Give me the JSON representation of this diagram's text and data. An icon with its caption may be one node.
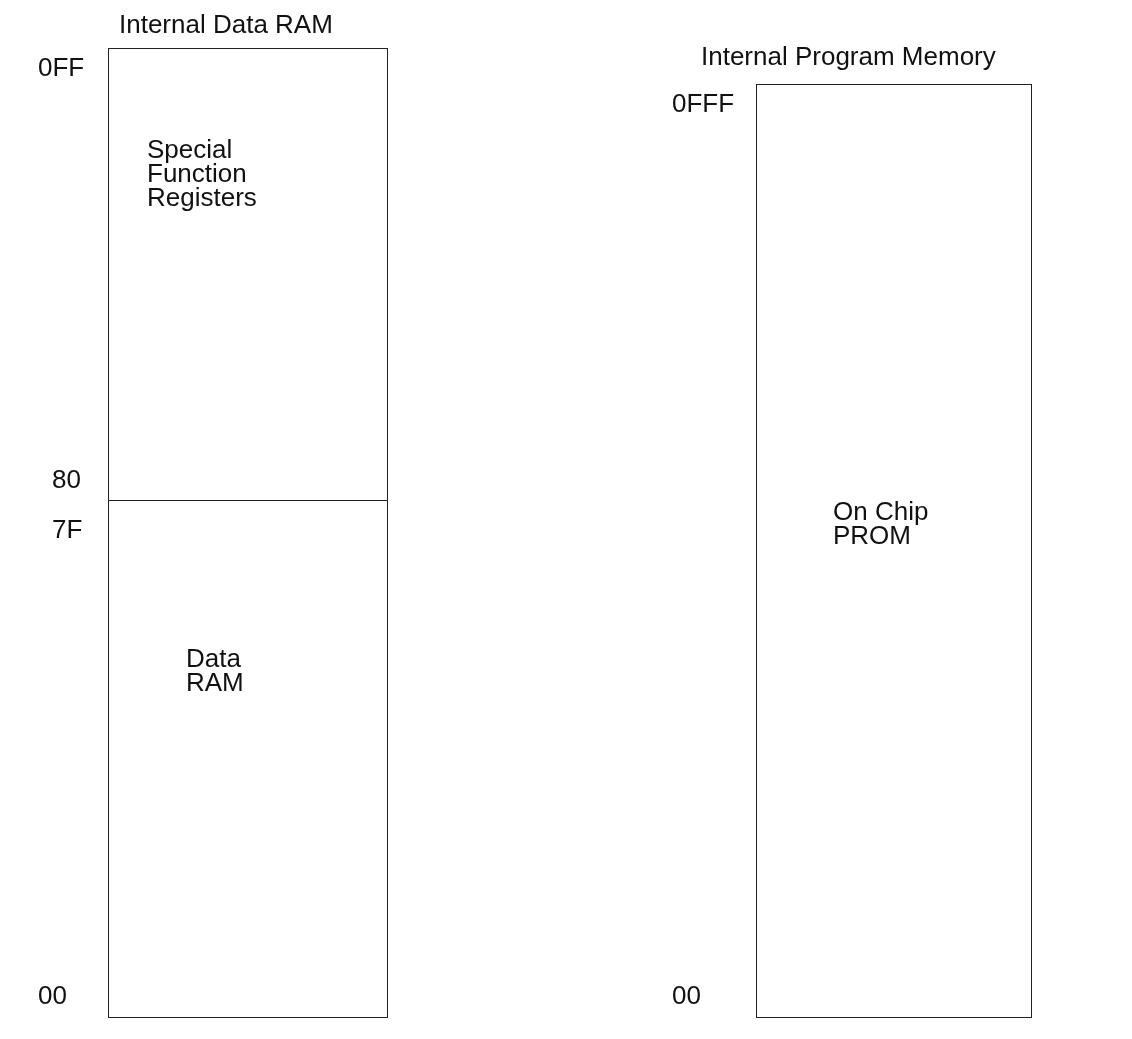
{
  "diagram": {
    "nodes": [
      {
        "text": [
          "Internal Data RAM"
        ]
      },
      {
        "text": [
          "Special Function Registers"
        ],
        "in": 0
      },
      {
        "text": [
          "Data RAM"
        ],
        "in": 0
      },
      {
        "text": [
          "Internal Program Memory",
          "On Chip PROM"
        ]
      }
    ],
    "labels": [
      "0FF",
      "80",
      "7F",
      "00",
      "0FFF",
      "00"
    ]
  }
}
